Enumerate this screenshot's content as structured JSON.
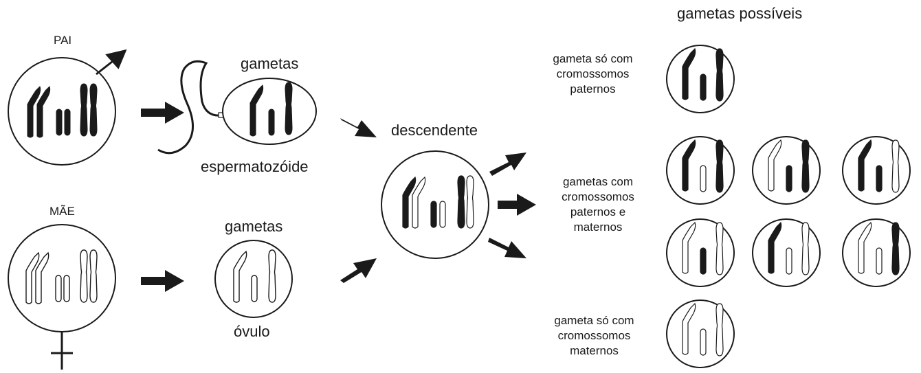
{
  "labels": {
    "father": "PAI",
    "mother": "MÃE",
    "gametes_top": "gametas",
    "gametes_bottom": "gametas",
    "sperm": "espermatozóide",
    "ovum": "óvulo",
    "offspring": "descendente",
    "possible_gametes": "gametas possíveis"
  },
  "groups": {
    "paternal_only": [
      "gameta só com",
      "cromossomos",
      "paternos"
    ],
    "mixed": [
      "gametas com",
      "cromossomos",
      "paternos e",
      "maternos"
    ],
    "maternal_only": [
      "gameta só com",
      "cromossomos",
      "maternos"
    ]
  },
  "colors": {
    "paternal": "#1a1a1a",
    "maternal": "#ffffff",
    "stroke": "#1a1a1a"
  },
  "symbols": {
    "male": "male-symbol-icon",
    "female": "female-symbol-icon"
  }
}
